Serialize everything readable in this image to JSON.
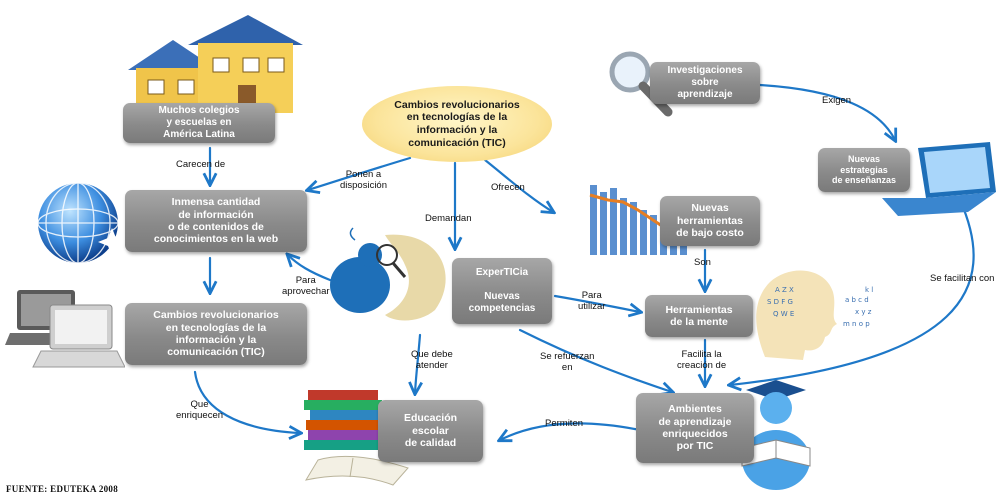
{
  "source": "FUENTE: EDUTEKA 2008",
  "nodes": {
    "cambios_central": "Cambios revolucionarios\nen tecnologías de la\ninformación y la\ncomunicación (TIC)",
    "colegios": "Muchos colegios\ny escuelas en\nAmérica Latina",
    "informacion": "Inmensa cantidad\nde información\no de contenidos de\nconocimientos en la web",
    "cambios_left": "Cambios revolucionarios\nen tecnologías de la\ninformación y la\ncomunicación (TIC)",
    "educacion": "Educación\nescolar\nde calidad",
    "expert": "ExperTICia\n\nNuevas\ncompetencias",
    "herramientas_costo": "Nuevas\nherramientas\nde bajo costo",
    "herramientas_mente": "Herramientas\nde la mente",
    "ambientes": "Ambientes\nde aprendizaje\nenriquecidos\npor TIC",
    "investigaciones": "Investigaciones\nsobre\naprendizaje",
    "estrategias": "Nuevas\nestrategias\nde enseñanzas"
  },
  "links": {
    "carecen": "Carecen de",
    "ponen": "Ponen a\ndisposición",
    "ofrecen": "Ofrecen",
    "demandan": "Demandan",
    "para_aprovechar": "Para\naprovechar",
    "para_utilizar": "Para\nutilizar",
    "son": "Son",
    "que_debe": "Que debe\natender",
    "se_refuerzan": "Se refuerzan\nen",
    "facilita": "Facilita la\ncreación de",
    "que_enriquecen": "Que\nenriquecen",
    "permiten": "Permiten",
    "exigen": "Exigen",
    "se_facilitan": "Se facilitan con"
  },
  "colors": {
    "arrow": "#1e78c8",
    "node": "#8a8a8a",
    "central": "#fbe49a"
  },
  "icons": [
    "houses-icon",
    "globe-icon",
    "laptop-icon",
    "books-icon",
    "thinker-icon",
    "bar-chart-icon",
    "head-letters-icon",
    "reader-figure-icon",
    "magnifier-icon",
    "laptop-blue-icon"
  ]
}
